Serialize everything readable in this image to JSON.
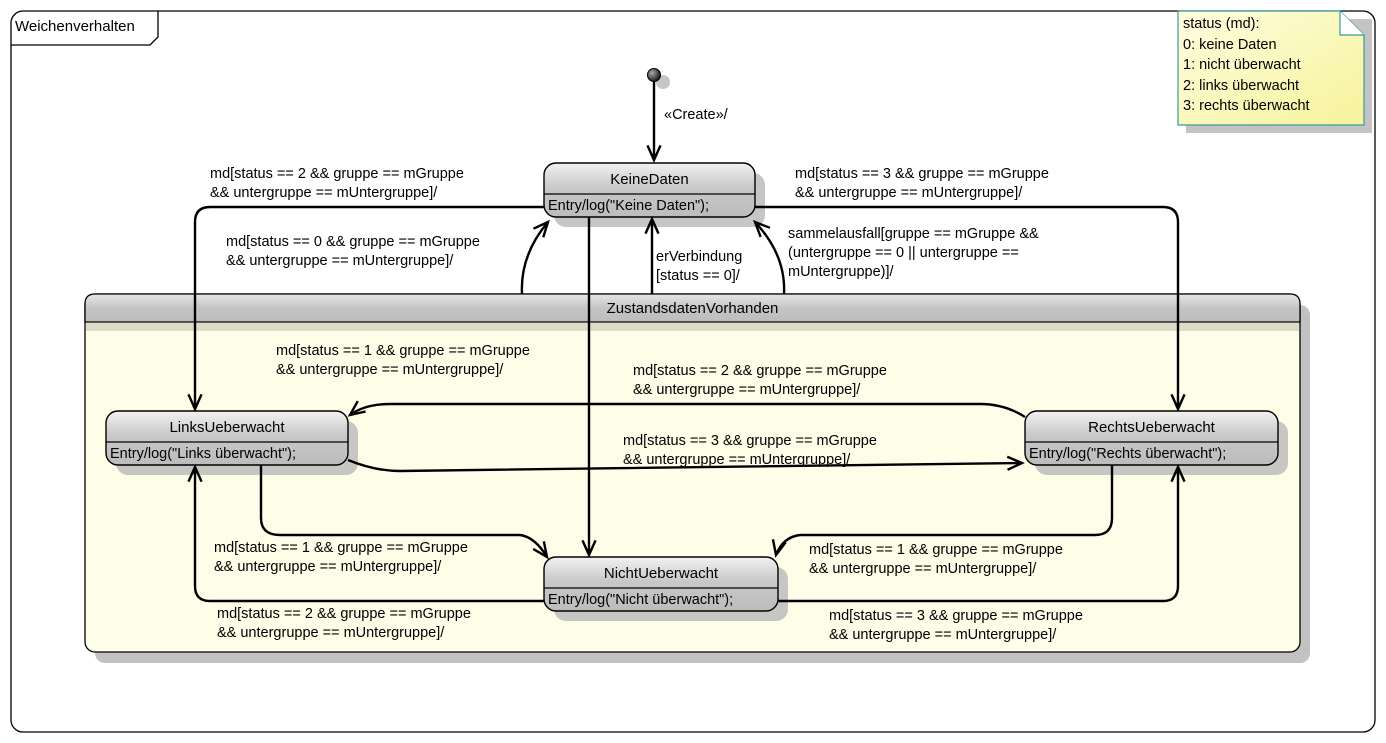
{
  "diagram": {
    "frame_title": "Weichenverhalten",
    "note": {
      "lines": [
        "status (md):",
        "0: keine Daten",
        "1: nicht überwacht",
        "2: links überwacht",
        "3: rechts überwacht"
      ]
    },
    "composite_state": {
      "name": "ZustandsdatenVorhanden"
    },
    "states": {
      "keine_daten": {
        "name": "KeineDaten",
        "entry": "Entry/log(\"Keine Daten\");"
      },
      "links": {
        "name": "LinksUeberwacht",
        "entry": "Entry/log(\"Links überwacht\");"
      },
      "rechts": {
        "name": "RechtsUeberwacht",
        "entry": "Entry/log(\"Rechts überwacht\");"
      },
      "nicht": {
        "name": "NichtUeberwacht",
        "entry": "Entry/log(\"Nicht überwacht\");"
      }
    },
    "transitions": {
      "create": "«Create»/",
      "keine_to_links": "md[status == 2 && gruppe == mGruppe\n&& untergruppe == mUntergruppe]/",
      "keine_to_rechts": "md[status == 3 && gruppe == mGruppe\n&& untergruppe == mUntergruppe]/",
      "composite_to_keine_status0": "md[status == 0 && gruppe == mGruppe\n&& untergruppe == mUntergruppe]/",
      "composite_to_keine_verbindung": "erVerbindung\n[status == 0]/",
      "composite_to_keine_sammelausfall": "sammelausfall[gruppe == mGruppe &&\n(untergruppe == 0 || untergruppe ==\nmUntergruppe)]/",
      "keine_to_nicht": "md[status == 1 && gruppe == mGruppe\n&& untergruppe == mUntergruppe]/",
      "rechts_to_links": "md[status == 2 && gruppe == mGruppe\n&& untergruppe == mUntergruppe]/",
      "links_to_rechts": "md[status == 3 && gruppe == mGruppe\n&& untergruppe == mUntergruppe]/",
      "links_to_nicht": "md[status == 1 && gruppe == mGruppe\n&& untergruppe == mUntergruppe]/",
      "nicht_to_links": "md[status == 2 && gruppe == mGruppe\n&& untergruppe == mUntergruppe]/",
      "rechts_to_nicht": "md[status == 1 && gruppe == mGruppe\n&& untergruppe == mUntergruppe]/",
      "nicht_to_rechts": "md[status == 3 && gruppe == mGruppe\n&& untergruppe == mUntergruppe]/"
    },
    "colors": {
      "state_fill": "#c4c4c4",
      "composite_body": "#fefde8",
      "note_fill": "#fbf9b4",
      "note_border": "#3a9a9a",
      "shadow": "#c0c0c0",
      "line": "#000000"
    }
  }
}
